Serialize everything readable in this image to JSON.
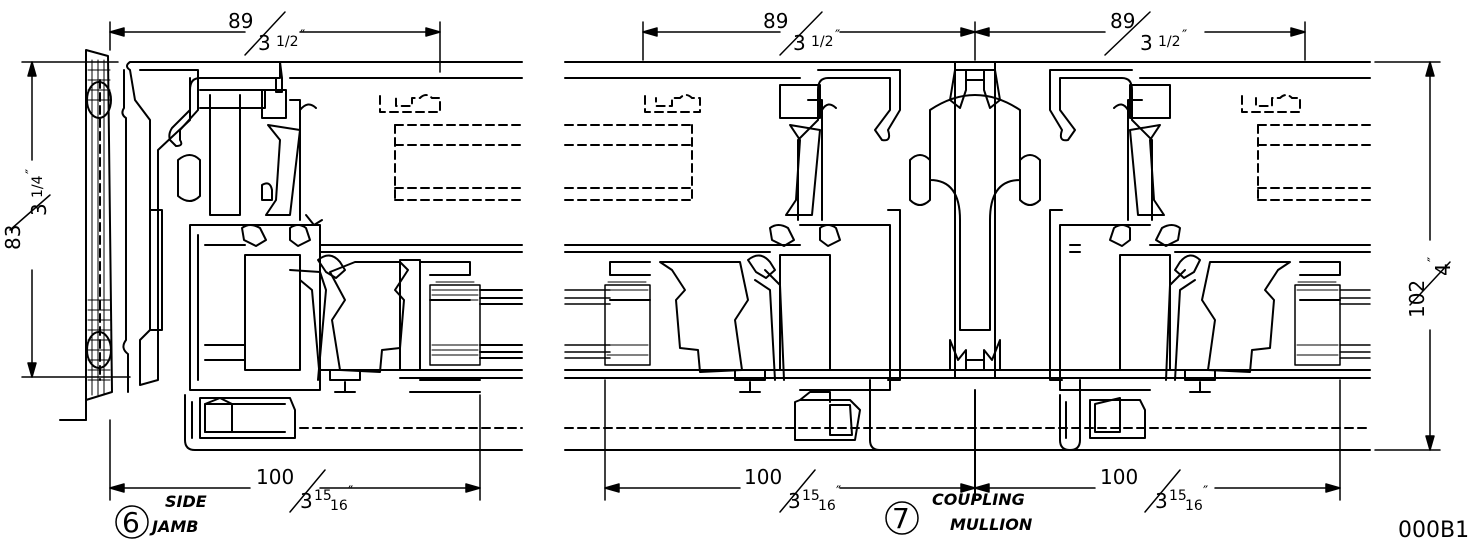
{
  "details": [
    {
      "number": "6",
      "line1": "SIDE",
      "line2": "JAMB"
    },
    {
      "number": "7",
      "line1": "COUPLING",
      "line2": "MULLION"
    }
  ],
  "dimensions": {
    "top_left": {
      "mm": "89",
      "inch_whole": "3",
      "inch_frac": "1/2",
      "inch_mark": "″"
    },
    "top_mid": {
      "mm": "89",
      "inch_whole": "3",
      "inch_frac": "1/2",
      "inch_mark": "″"
    },
    "top_right": {
      "mm": "89",
      "inch_whole": "3",
      "inch_frac": "1/2",
      "inch_mark": "″"
    },
    "left_height": {
      "mm": "83",
      "inch_whole": "3",
      "inch_frac": "1/4",
      "inch_mark": "″"
    },
    "right_height": {
      "mm": "102",
      "inch": "4",
      "inch_mark": "″"
    },
    "bottom_left": {
      "mm": "100",
      "inch_whole": "3",
      "inch_num": "15",
      "inch_den": "16",
      "inch_mark": "″"
    },
    "bottom_mid": {
      "mm": "100",
      "inch_whole": "3",
      "inch_num": "15",
      "inch_den": "16",
      "inch_mark": "″"
    },
    "bottom_right": {
      "mm": "100",
      "inch_whole": "3",
      "inch_num": "15",
      "inch_den": "16",
      "inch_mark": "″"
    }
  },
  "drawing_code": "000B1"
}
